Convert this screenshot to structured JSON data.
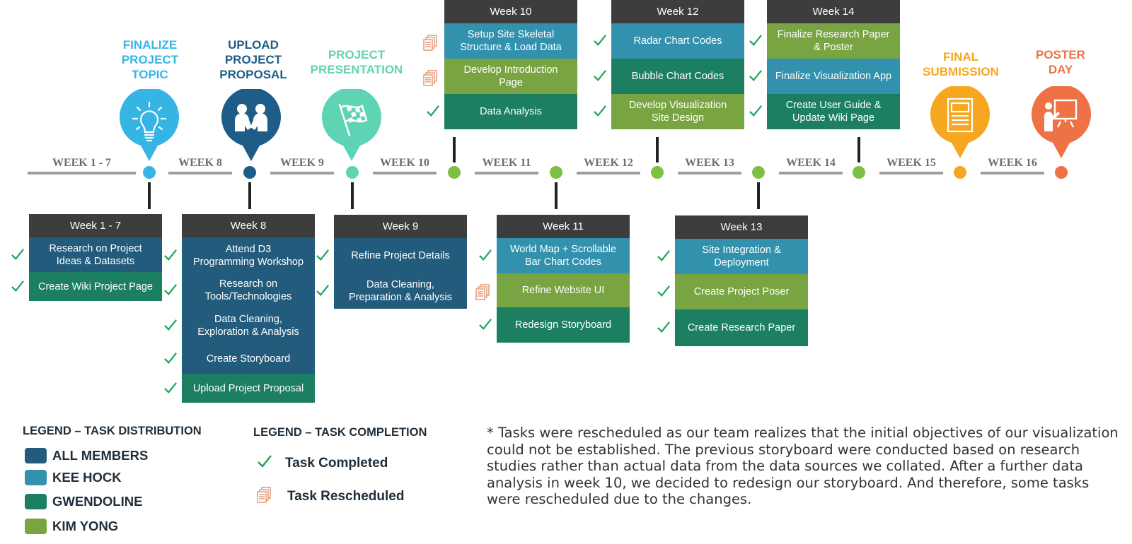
{
  "colors": {
    "all_members": "#225b7c",
    "kee_hock": "#3291ad",
    "gwendoline": "#1c7f62",
    "kim_yong": "#78a441",
    "header": "#3d3d3d",
    "check": "#1ea85a",
    "rescheduled": "#e59a7a",
    "timeline": "#9e9e9e"
  },
  "milestones": [
    {
      "label": "FINALIZE\nPROJECT\nTOPIC",
      "color": "#36b5e5",
      "icon": "lightbulb-icon"
    },
    {
      "label": "UPLOAD\nPROJECT\nPROPOSAL",
      "color": "#1e5d87",
      "icon": "handshake-icon"
    },
    {
      "label": "PROJECT\nPRESENTATION",
      "color": "#5fd4b4",
      "icon": "checkered-flag-icon"
    },
    {
      "label": "FINAL\nSUBMISSION",
      "color": "#f6a71f",
      "icon": "document-report-icon"
    },
    {
      "label": "POSTER\nDAY",
      "color": "#ee7245",
      "icon": "presentation-board-icon"
    }
  ],
  "timeline": {
    "weeks": [
      "WEEK 1 - 7",
      "WEEK 8",
      "WEEK 9",
      "WEEK 10",
      "WEEK 11",
      "WEEK 12",
      "WEEK 13",
      "WEEK 14",
      "WEEK 15",
      "WEEK 16"
    ],
    "dot_colors": [
      "#36b5e5",
      "#1e5d87",
      "#5fd4b4",
      "#7dc043",
      "#7dc043",
      "#7dc043",
      "#7dc043",
      "#7dc043",
      "#f6a71f",
      "#ee7245"
    ]
  },
  "boxes": {
    "w1_7": {
      "title": "Week 1 - 7",
      "tasks": [
        {
          "text": "Research on Project\nIdeas & Datasets",
          "owner": "all_members",
          "status": "completed"
        },
        {
          "text": "Create Wiki Project Page",
          "owner": "gwendoline",
          "status": "completed"
        }
      ]
    },
    "w8": {
      "title": "Week 8",
      "tasks": [
        {
          "text": "Attend D3\nProgramming Workshop",
          "owner": "all_members",
          "status": "completed"
        },
        {
          "text": "Research on\nTools/Technologies",
          "owner": "all_members",
          "status": "completed"
        },
        {
          "text": "Data Cleaning,\nExploration & Analysis",
          "owner": "all_members",
          "status": "completed"
        },
        {
          "text": "Create Storyboard",
          "owner": "all_members",
          "status": "completed"
        },
        {
          "text": "Upload Project Proposal",
          "owner": "gwendoline",
          "status": "completed"
        }
      ]
    },
    "w9": {
      "title": "Week 9",
      "tasks": [
        {
          "text": "Refine Project Details",
          "owner": "all_members",
          "status": "completed"
        },
        {
          "text": "Data Cleaning,\nPreparation & Analysis",
          "owner": "all_members",
          "status": "completed"
        }
      ]
    },
    "w10": {
      "title": "Week 10",
      "tasks": [
        {
          "text": "Setup Site Skeletal\nStructure & Load Data",
          "owner": "kee_hock",
          "status": "rescheduled"
        },
        {
          "text": "Develop Introduction\nPage",
          "owner": "kim_yong",
          "status": "rescheduled"
        },
        {
          "text": "Data Analysis",
          "owner": "gwendoline",
          "status": "completed"
        }
      ]
    },
    "w11": {
      "title": "Week 11",
      "tasks": [
        {
          "text": "World Map + Scrollable\nBar Chart Codes",
          "owner": "kee_hock",
          "status": "completed"
        },
        {
          "text": "Refine Website UI",
          "owner": "kim_yong",
          "status": "rescheduled"
        },
        {
          "text": "Redesign Storyboard",
          "owner": "gwendoline",
          "status": "completed"
        }
      ]
    },
    "w12": {
      "title": "Week 12",
      "tasks": [
        {
          "text": "Radar Chart Codes",
          "owner": "kee_hock",
          "status": "completed"
        },
        {
          "text": "Bubble Chart Codes",
          "owner": "gwendoline",
          "status": "completed"
        },
        {
          "text": "Develop Visualization\nSite Design",
          "owner": "kim_yong",
          "status": "completed"
        }
      ]
    },
    "w13": {
      "title": "Week 13",
      "tasks": [
        {
          "text": "Site Integration &\nDeployment",
          "owner": "kee_hock",
          "status": "completed"
        },
        {
          "text": "Create Project Poser",
          "owner": "kim_yong",
          "status": "completed"
        },
        {
          "text": "Create Research Paper",
          "owner": "gwendoline",
          "status": "completed"
        }
      ]
    },
    "w14": {
      "title": "Week 14",
      "tasks": [
        {
          "text": "Finalize Research Paper\n& Poster",
          "owner": "kim_yong",
          "status": "completed"
        },
        {
          "text": "Finalize Visualization App",
          "owner": "kee_hock",
          "status": "completed"
        },
        {
          "text": "Create User Guide &\nUpdate Wiki Page",
          "owner": "gwendoline",
          "status": "completed"
        }
      ]
    }
  },
  "legend_distribution": {
    "title": "LEGEND – TASK DISTRIBUTION",
    "items": [
      {
        "label": "ALL MEMBERS",
        "owner": "all_members"
      },
      {
        "label": "KEE HOCK",
        "owner": "kee_hock"
      },
      {
        "label": "GWENDOLINE",
        "owner": "gwendoline"
      },
      {
        "label": "KIM YONG",
        "owner": "kim_yong"
      }
    ]
  },
  "legend_completion": {
    "title": "LEGEND – TASK COMPLETION",
    "items": [
      {
        "label": "Task Completed",
        "icon": "checkmark-icon"
      },
      {
        "label": "Task Rescheduled",
        "icon": "rescheduled-document-icon"
      }
    ]
  },
  "note": "* Tasks were rescheduled as our team realizes that the initial objectives of our visualization could not be established. The previous storyboard were conducted based on research studies rather than actual data from the data sources we collated. After a further data analysis in week 10, we decided to redesign our storyboard. And therefore, some tasks were rescheduled due to the changes."
}
